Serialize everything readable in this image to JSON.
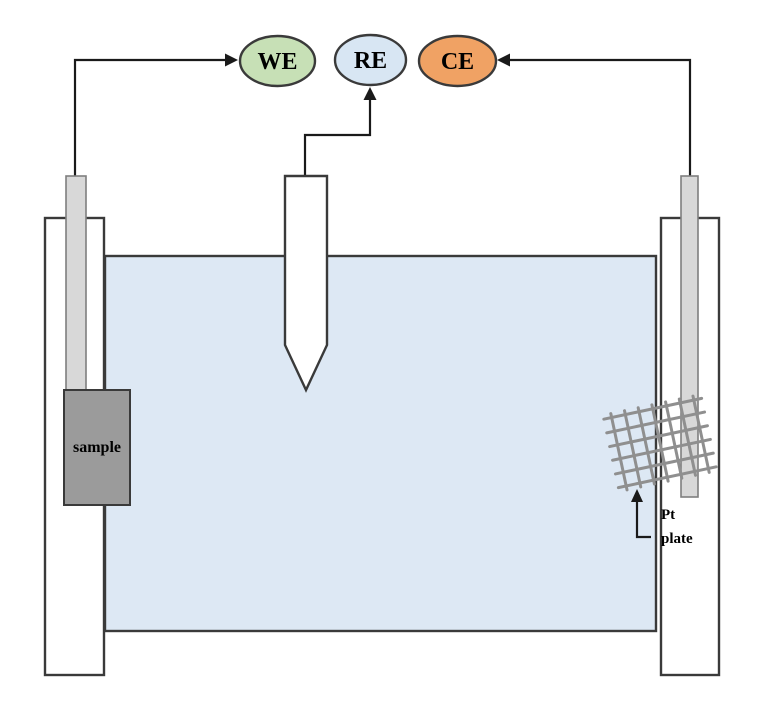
{
  "diagram": {
    "electrodes": {
      "we": {
        "label": "WE",
        "fill": "#c7e0b6"
      },
      "re": {
        "label": "RE",
        "fill": "#d8e6f3"
      },
      "ce": {
        "label": "CE",
        "fill": "#f0a264"
      }
    },
    "labels": {
      "sample": "sample",
      "pt_line1": "Pt",
      "pt_line2": "plate"
    },
    "colors": {
      "wire": "#1a1a1a",
      "outline": "#3a3a3a",
      "tank_fill": "#dde8f4",
      "rod_fill": "#d8d8d8",
      "sample_fill": "#9b9b9b",
      "mesh": "#8f8f8f",
      "background": "#ffffff"
    }
  }
}
